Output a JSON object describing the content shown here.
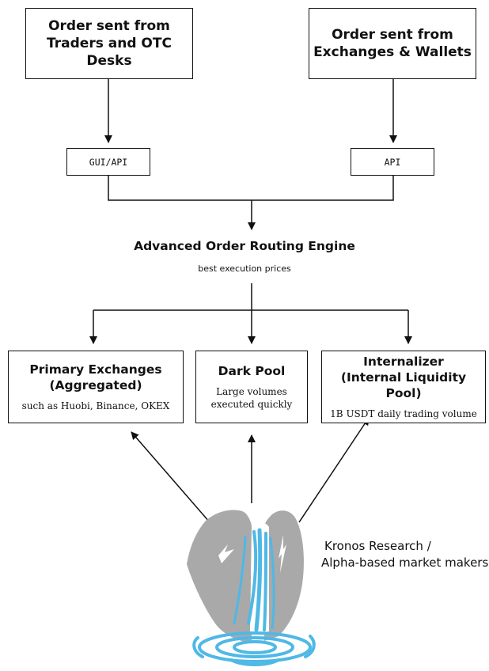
{
  "sources": [
    {
      "line1": "Order sent from",
      "line2": "Traders and OTC Desks"
    },
    {
      "line1": "Order sent from",
      "line2": "Exchanges & Wallets"
    }
  ],
  "interfaces": [
    "GUI/API",
    "API"
  ],
  "engine": {
    "title": "Advanced Order Routing Engine",
    "subtitle": "best execution prices"
  },
  "venues": [
    {
      "line1": "Primary Exchanges",
      "line2": "(Aggregated)",
      "detail1": "such as Huobi, Binance, OKEX",
      "detail2": ""
    },
    {
      "line1": "Dark Pool",
      "line2": "",
      "detail1": "Large volumes",
      "detail2": "executed quickly"
    },
    {
      "line1": "Internalizer",
      "line2": "(Internal Liquidity Pool)",
      "detail1": "1B USDT daily trading volume",
      "detail2": ""
    }
  ],
  "market_makers": {
    "line1": "Kronos Research /",
    "line2": "Alpha-based market makers"
  },
  "logo": {
    "name": "mountain-waterfall-logo",
    "mountain_color": "#a9a9a9",
    "water_color": "#4fb8e6"
  }
}
